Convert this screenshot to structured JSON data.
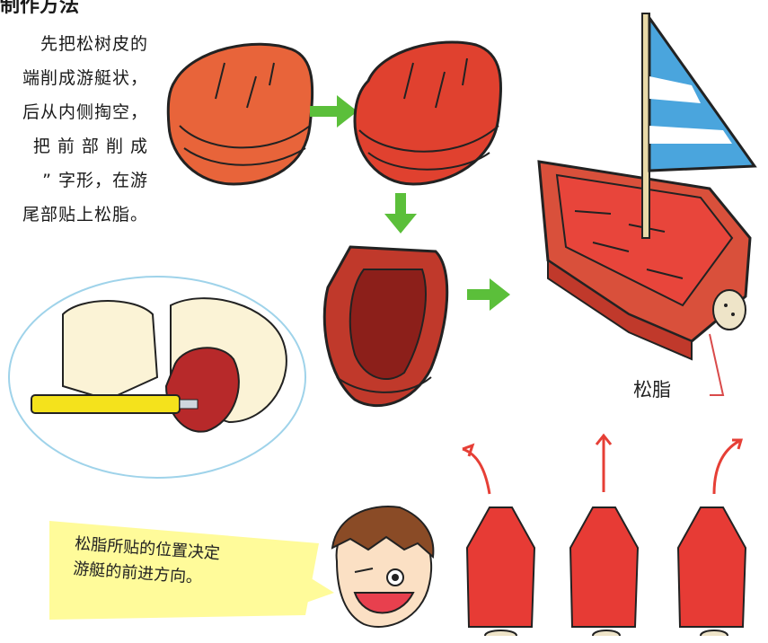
{
  "instructions": {
    "heading": "制作方法",
    "lines": [
      "先把松树皮的",
      "端削成游艇状，",
      "后从内侧掏空，",
      "把 前 部 削 成",
      "” 字形，在游",
      "尾部贴上松脂。"
    ]
  },
  "labels": {
    "resin": "松脂"
  },
  "speech_bubble": {
    "lines": [
      "松脂所贴的位置决定",
      "游艇的前进方向。"
    ]
  },
  "colors": {
    "bark_red": "#e0412f",
    "bark_orange": "#e8643a",
    "arrow_green": "#5bbf3a",
    "sail_blue": "#4aa5dd",
    "bubble_yellow": "#fffb9a",
    "hands_fill": "#fbf3d6",
    "knife_yellow": "#f4e21c",
    "oval_blue": "#9fd3ea"
  },
  "icons": [
    "arrow-right-icon",
    "arrow-down-icon",
    "arrow-up-icon",
    "boy-face-icon"
  ]
}
